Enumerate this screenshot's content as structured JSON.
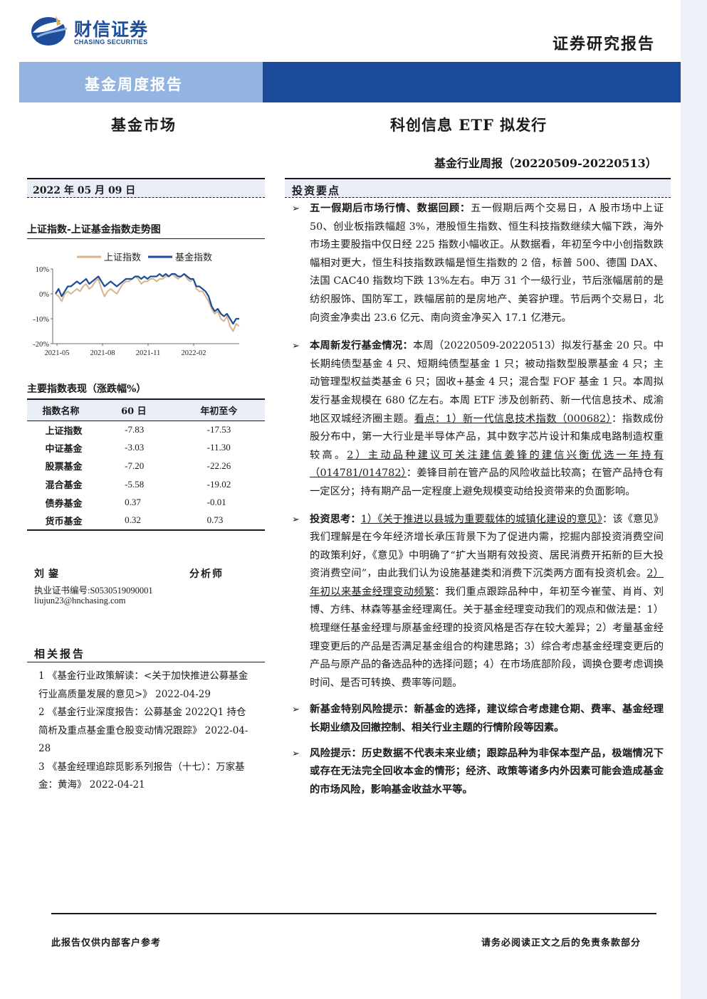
{
  "header": {
    "logo_cn": "财信证券",
    "logo_en": "CHASING SECURITIES",
    "report_type": "证券研究报告",
    "banner_title": "基金周度报告",
    "section": "基金市场",
    "title": "科创信息 ETF 拟发行",
    "subtitle": "基金行业周报（20220509-20220513）",
    "brand_color": "#1b4a9b",
    "banner_light_color": "#93b4e0"
  },
  "sidebar": {
    "date": "2022 年 05 月 09 日",
    "chart_title": "上证指数-上证基金指数走势图",
    "table_title": "主要指数表现（涨跌幅%）",
    "table": {
      "headers": [
        "指数名称",
        "60 日",
        "年初至今"
      ],
      "rows": [
        [
          "上证指数",
          "-7.83",
          "-17.53"
        ],
        [
          "中证基金",
          "-3.03",
          "-11.30"
        ],
        [
          "股票基金",
          "-7.20",
          "-22.26"
        ],
        [
          "混合基金",
          "-5.58",
          "-19.02"
        ],
        [
          "债券基金",
          "0.37",
          "-0.01"
        ],
        [
          "货币基金",
          "0.32",
          "0.73"
        ]
      ]
    },
    "analyst": {
      "name": "刘鋆",
      "role": "分析师",
      "cert": "执业证书编号:S0530519090001",
      "email": "liujun23@hnchasing.com"
    },
    "related_title": "相关报告",
    "related": [
      "1 《基金行业政策解读：<关于加快推进公募基金行业高质量发展的意见>》 2022-04-29",
      "2 《基金行业深度报告：公募基金 2022Q1 持仓简析及重点基金重仓股变动情况跟踪》 2022-04-28",
      "3 《基金经理追踪觅影系列报告（十七）：万家基金：黄海》 2022-04-21"
    ]
  },
  "chart_data": {
    "type": "line",
    "title": "上证指数-上证基金指数走势图",
    "xlabel": "",
    "ylabel": "",
    "x_ticks": [
      "2021-05",
      "2021-08",
      "2021-11",
      "2022-02"
    ],
    "y_ticks": [
      "10%",
      "0%",
      "-10%",
      "-20%"
    ],
    "ylim": [
      -20,
      10
    ],
    "legend_position": "top",
    "series": [
      {
        "name": "上证指数",
        "color": "#d9b38c",
        "values": [
          0,
          -1,
          -3,
          0,
          1,
          0,
          1,
          2,
          1,
          3,
          4,
          2,
          3,
          5,
          6,
          2,
          -1,
          1,
          2,
          1,
          0,
          2,
          4,
          5,
          5,
          6,
          7,
          6,
          4,
          5,
          5,
          6,
          6,
          5,
          6,
          6,
          7,
          7,
          8,
          7,
          6,
          7,
          8,
          6,
          5,
          6,
          2,
          1,
          1,
          -1,
          -3,
          -6,
          -8,
          -7,
          -10,
          -11,
          -9,
          -13,
          -15,
          -12,
          -13
        ]
      },
      {
        "name": "基金指数",
        "color": "#1e4e9a",
        "values": [
          0,
          2,
          -1,
          1,
          3,
          3,
          4,
          5,
          4,
          5,
          6,
          4,
          5,
          6,
          7,
          5,
          3,
          4,
          5,
          4,
          3,
          4,
          5,
          6,
          6,
          6,
          7,
          7,
          6,
          7,
          6,
          7,
          7,
          7,
          8,
          7,
          8,
          7,
          8,
          8,
          7,
          7,
          8,
          7,
          6,
          6,
          3,
          3,
          2,
          1,
          -1,
          -5,
          -7,
          -6,
          -8,
          -9,
          -8,
          -10,
          -12,
          -10,
          -10
        ]
      }
    ]
  },
  "main": {
    "key_points_title": "投资要点",
    "p1": {
      "lead": "五一假期后市场行情、数据回顾：",
      "text": "五一假期后两个交易日，A 股市场中上证 50、创业板指跌幅超 3%，港股恒生指数、恒生科技指数继续大幅下跌，海外市场主要股指中仅日经 225 指数小幅收正。从数据看，年初至今中小创指数跌幅相对更大，恒生科技指数跌幅是恒生指数的 2 倍，标普 500、德国 DAX、法国 CAC40 指数均下跌 13%左右。申万 31 个一级行业，节后涨幅居前的是纺织服饰、国防军工，跌幅居前的是房地产、美容护理。节后两个交易日，北向资金净卖出 23.6 亿元、南向资金净买入 17.1 亿港元。"
    },
    "p2": {
      "lead": "本周新发行基金情况：",
      "text1": "本周（20220509-20220513）拟发行基金 20 只。中长期纯债型基金 4 只、短期纯债型基金 1 只；被动指数型股票基金 4 只；主动管理型权益类基金 6 只；固收+基金 4 只；混合型 FOF 基金 1 只。本周拟发行基金规模在 680 亿左右。本周 ETF 涉及创新药、新一代信息技术、成渝地区双城经济圈主题。",
      "u1": "看点：1）新一代信息技术指数（000682）",
      "text2": "：指数成份股分布中，第一大行业是半导体产品，其中数字芯片设计和集成电路制造权重较高。",
      "u2": "2）主动品种建议可关注建信姜锋的建信兴衡优选一年持有（014781/014782）",
      "text3": "：姜锋目前在管产品的风险收益比较高；在管产品持仓有一定区分；持有期产品一定程度上避免规模变动给投资带来的负面影响。"
    },
    "p3": {
      "lead": "投资思考：",
      "u1": "1）《关于推进以县城为重要载体的城镇化建设的意见》",
      "text1": "：该《意见》我们理解是在今年经济增长承压背景下为了促进内需，挖掘内部投资消费空间的政策利好，《意见》中明确了“扩大当期有效投资、居民消费开拓新的巨大投资消费空间”，由此我们认为设施基建类和消费下沉类两方面有投资机会。",
      "u2": "2）年初以来基金经理变动频繁",
      "text2": "：我们重点跟踪品种中，年初至今崔莹、肖肖、刘博、方纬、林森等基金经理离任。关于基金经理变动我们的观点和做法是：1）梳理继任基金经理与原基金经理的投资风格是否存在较大差异；2）考量基金经理变更后的产品是否满足基金组合的构建思路；3）综合考虑基金经理变更后的产品与原产品的备选品种的选择问题；4）在市场底部阶段，调换仓要考虑调换时间、是否可转换、费率等问题。"
    },
    "p4": {
      "text": "新基金特别风险提示：新基金的选择，建议综合考虑建仓期、费率、基金经理长期业绩及回撤控制、相关行业主题的行情阶段等因素。"
    },
    "p5": {
      "text": "风险提示：历史数据不代表未来业绩；跟踪品种为非保本型产品，极端情况下或存在无法完全回收本金的情形；经济、政策等诸多内外因素可能会造成基金的市场风险，影响基金收益水平等。"
    }
  },
  "footer": {
    "left": "此报告仅供内部客户参考",
    "right": "请务必阅读正文之后的免责条款部分"
  }
}
